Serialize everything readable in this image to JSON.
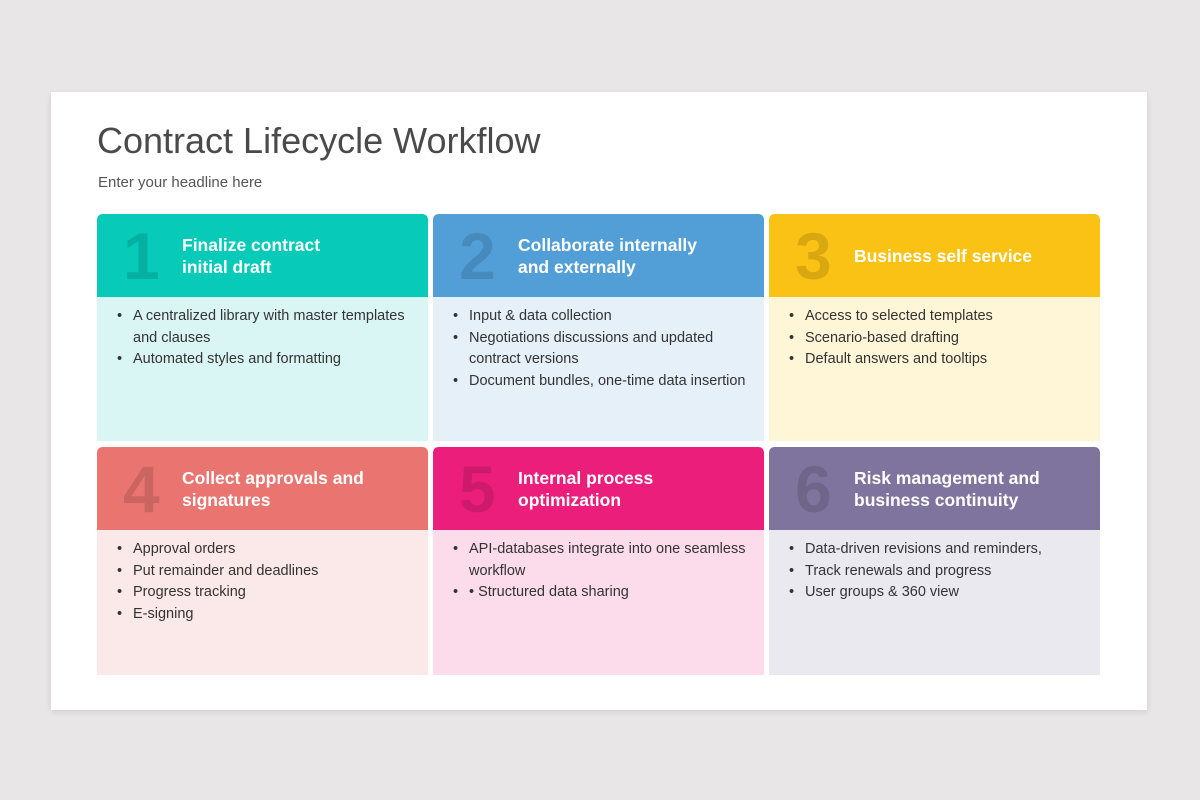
{
  "slide": {
    "title": "Contract Lifecycle Workflow",
    "subtitle": "Enter your headline here"
  },
  "cards": [
    {
      "number": "1",
      "title_line1": "Finalize contract",
      "title_line2": "initial draft",
      "head_color": "#07cbb8",
      "body_color": "#daf6f4",
      "items": [
        "A centralized library with master templates and clauses",
        "Automated styles and formatting"
      ]
    },
    {
      "number": "2",
      "title_line1": "Collaborate internally",
      "title_line2": "and externally",
      "head_color": "#529fd8",
      "body_color": "#e6f0f9",
      "items": [
        "Input & data collection",
        "Negotiations discussions and updated contract versions",
        "Document bundles, one-time data insertion"
      ]
    },
    {
      "number": "3",
      "title_line1": "Business self service",
      "title_line2": "",
      "head_color": "#fac214",
      "body_color": "#fff6d8",
      "items": [
        "Access to selected templates",
        "Scenario-based drafting",
        "Default answers and tooltips"
      ]
    },
    {
      "number": "4",
      "title_line1": "Collect approvals and",
      "title_line2": "signatures",
      "head_color": "#ea7470",
      "body_color": "#fbe8e8",
      "items": [
        "Approval orders",
        "Put remainder and deadlines",
        "Progress tracking",
        "E-signing"
      ]
    },
    {
      "number": "5",
      "title_line1": "Internal process",
      "title_line2": "optimization",
      "head_color": "#ec1e7c",
      "body_color": "#fcdcea",
      "items": [
        "API-databases integrate into one seamless workflow",
        "• Structured data sharing"
      ]
    },
    {
      "number": "6",
      "title_line1": "Risk management and",
      "title_line2": "business continuity",
      "head_color": "#7f749d",
      "body_color": "#ebe9f0",
      "items": [
        "Data-driven revisions and reminders,",
        "Track renewals and progress",
        "User groups & 360 view"
      ]
    }
  ]
}
